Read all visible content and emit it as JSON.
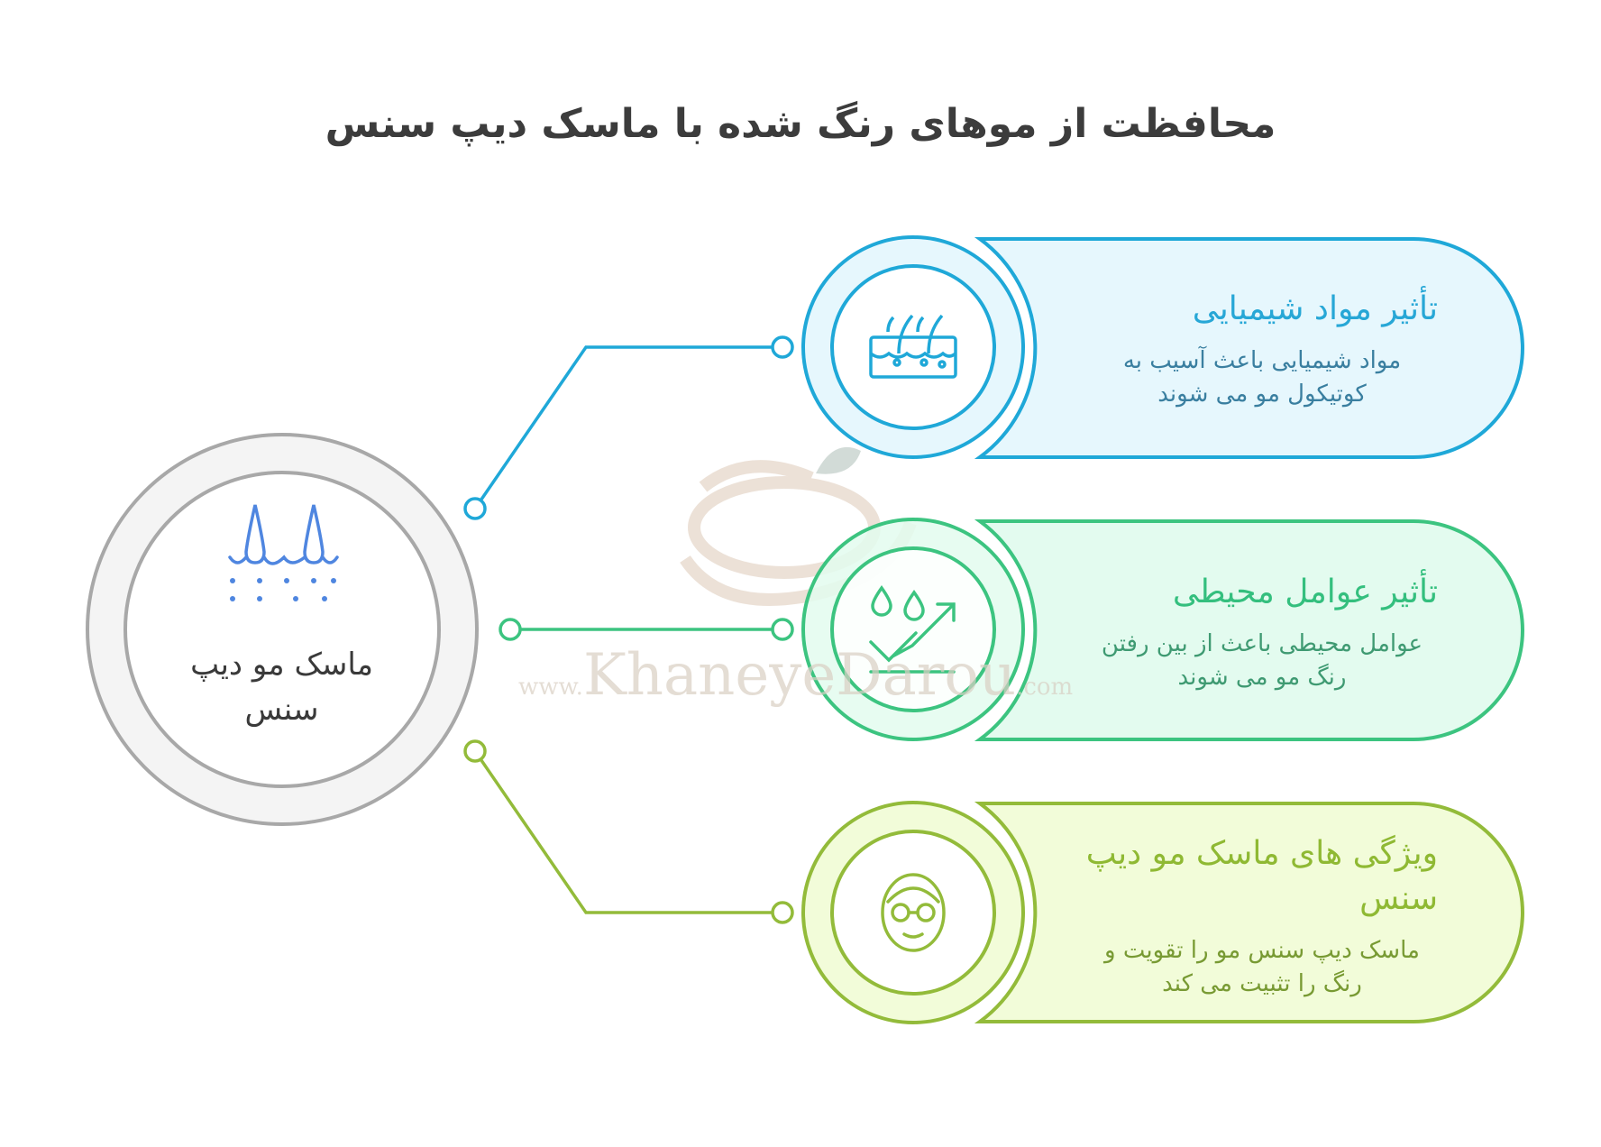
{
  "title": "محافظت از موهای رنگ شده با ماسک دیپ سنس",
  "center": {
    "label": "ماسک مو دیپ سنس",
    "icon": "hair-follicle-icon"
  },
  "cards": [
    {
      "title": "تأثیر مواد شیمیایی",
      "description": "مواد شیمیایی باعث آسیب به کوتیکول مو می شوند",
      "icon": "hair-cuticle-icon",
      "color": "#1fa8d8",
      "fill": "#e6f7fd"
    },
    {
      "title": "تأثیر عوامل محیطی",
      "description": "عوامل محیطی باعث از بین رفتن رنگ مو می شوند",
      "icon": "droplets-trend-icon",
      "color": "#3cc480",
      "fill": "#e3fbef"
    },
    {
      "title": "ویژگی های ماسک مو دیپ سنس",
      "description": "ماسک دیپ سنس مو را تقویت و رنگ را تثبیت می کند",
      "icon": "face-glasses-icon",
      "color": "#93bb3a",
      "fill": "#f2fcd9"
    }
  ],
  "watermark": {
    "prefix": "www.",
    "name": "KhaneyeDarou",
    "suffix": ".com"
  }
}
